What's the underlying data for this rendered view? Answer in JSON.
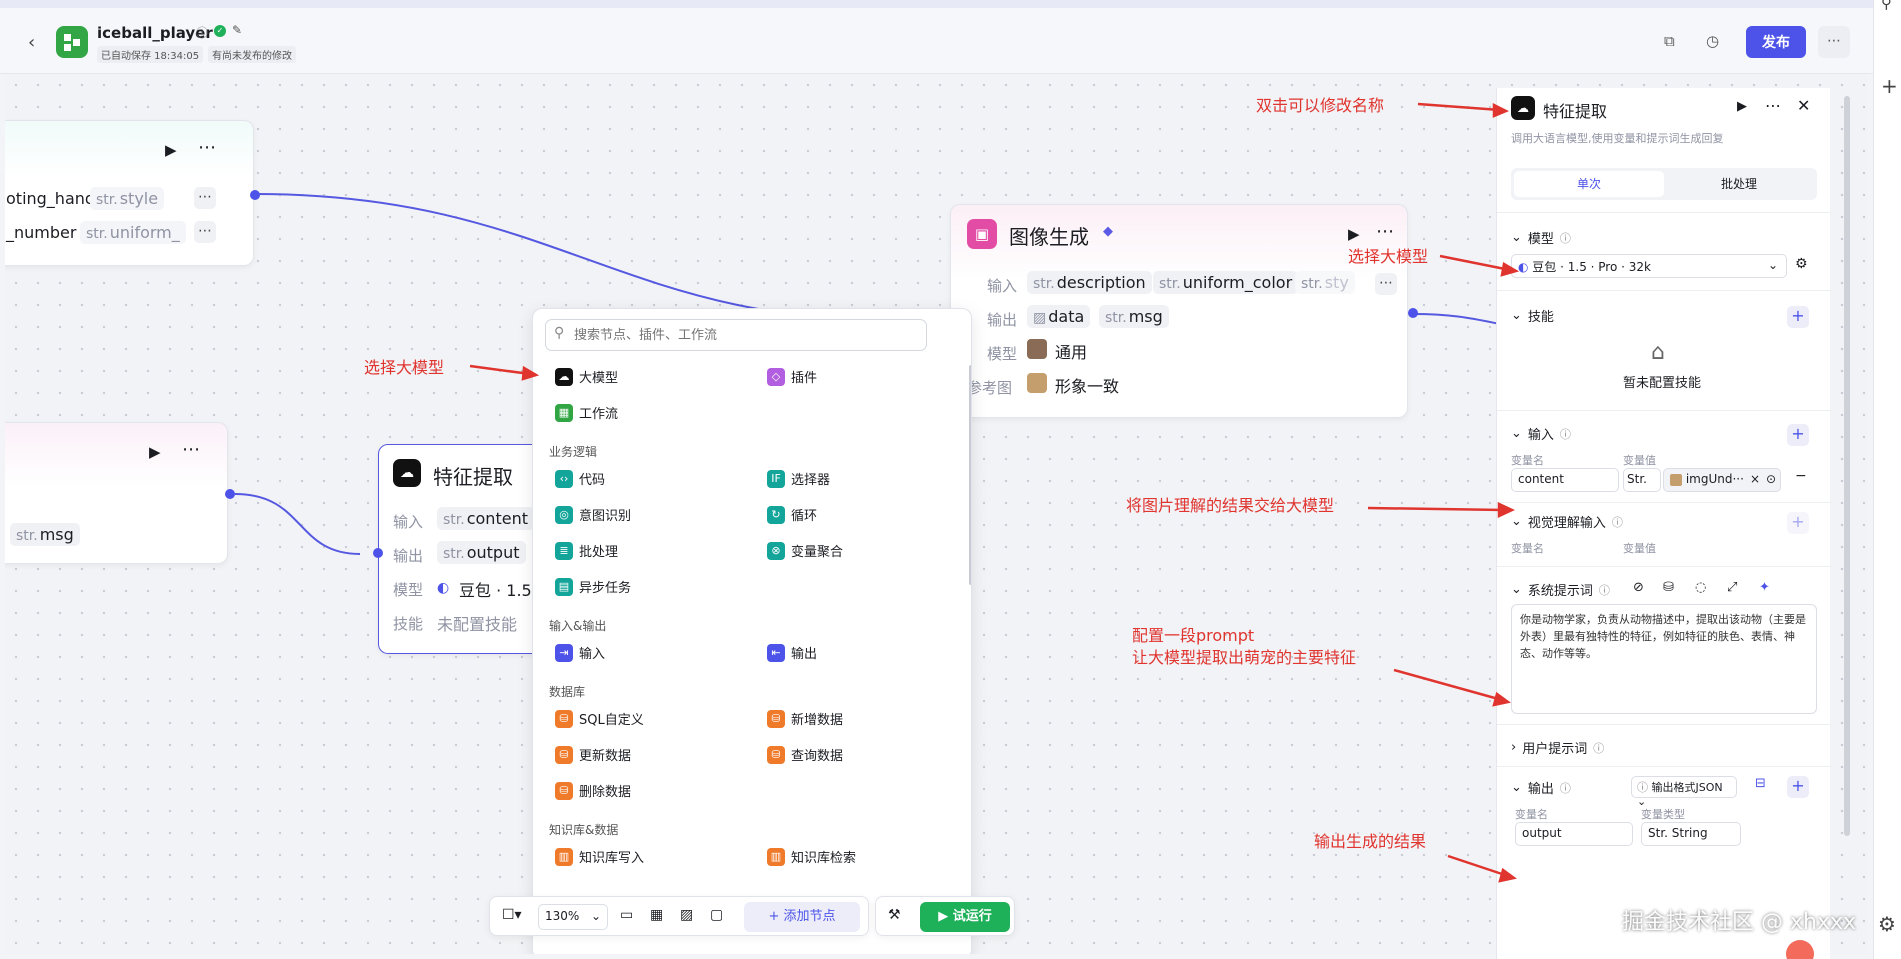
{
  "header": {
    "app_name": "iceball_player",
    "autosave": "已自动保存 18:34:05",
    "unpublished": "有尚未发布的修改",
    "publish_label": "发布"
  },
  "nodes": {
    "top_left": {
      "var1_name": "oting_hand",
      "var1_type": "style",
      "var2_name": "_number",
      "var2_type": "uniform_"
    },
    "mid_left": {
      "var_type": "msg"
    },
    "feature": {
      "title": "特征提取",
      "input_label": "输入",
      "input_var": "content",
      "output_label": "输出",
      "output_var": "output",
      "model_label": "模型",
      "model_value": "豆包 · 1.5",
      "skill_label": "技能",
      "skill_value": "未配置技能"
    },
    "image_gen": {
      "title": "图像生成",
      "input_label": "输入",
      "in1": "description",
      "in2": "uniform_color",
      "in3": "sty",
      "output_label": "输出",
      "out1": "data",
      "out2": "msg",
      "model_label": "模型",
      "model_value": "通用",
      "ref_label": "参考图",
      "ref_value": "形象一致"
    },
    "str_prefix": "str."
  },
  "menu": {
    "search_placeholder": "搜索节点、插件、工作流",
    "items_top": [
      "大模型",
      "插件",
      "工作流"
    ],
    "sec_logic": "业务逻辑",
    "logic": [
      "代码",
      "选择器",
      "意图识别",
      "循环",
      "批处理",
      "变量聚合",
      "异步任务"
    ],
    "sec_io": "输入&输出",
    "io": [
      "输入",
      "输出"
    ],
    "sec_db": "数据库",
    "db": [
      "SQL自定义",
      "新增数据",
      "更新数据",
      "查询数据",
      "删除数据"
    ],
    "sec_kb": "知识库&数据",
    "kb": [
      "知识库写入",
      "知识库检索"
    ]
  },
  "toolbar": {
    "zoom": "130%",
    "add_node": "添加节点",
    "test_run": "试运行"
  },
  "panel": {
    "title": "特征提取",
    "desc": "调用大语言模型,使用变量和提示词生成回复",
    "tab_single": "单次",
    "tab_batch": "批处理",
    "model_label": "模型",
    "model_value": "豆包 · 1.5 · Pro · 32k",
    "skill_label": "技能",
    "skill_empty": "暂未配置技能",
    "input_label": "输入",
    "var_name_col": "变量名",
    "var_value_col": "变量值",
    "input_var": "content",
    "input_type": "Str.",
    "input_ref": "imgUnd···",
    "vision_label": "视觉理解输入",
    "sys_prompt_label": "系统提示词",
    "sys_prompt": "你是动物学家，负责从动物描述中，提取出该动物（主要是外表）里最有独特性的特征，例如特征的肤色、表情、神态、动作等等。",
    "user_prompt_label": "用户提示词",
    "output_label": "输出",
    "output_format": "输出格式JSON",
    "var_type_col": "变量类型",
    "output_var": "output",
    "output_type": "Str. String"
  },
  "annotations": {
    "rename": "双击可以修改名称",
    "select_model_right": "选择大模型",
    "select_model_menu": "选择大模型",
    "pass_result": "将图片理解的结果交给大模型",
    "prompt1": "配置一段prompt",
    "prompt2": "让大模型提取出萌宠的主要特征",
    "output_result": "输出生成的结果"
  },
  "watermark": "掘金技术社区 @ xhxxx",
  "colors": {
    "accent": "#4d53e8",
    "run_green": "#1fb15a",
    "annotation_red": "#e0342f",
    "workflow_green": "#32a645",
    "image_pink": "#e24ca4"
  }
}
